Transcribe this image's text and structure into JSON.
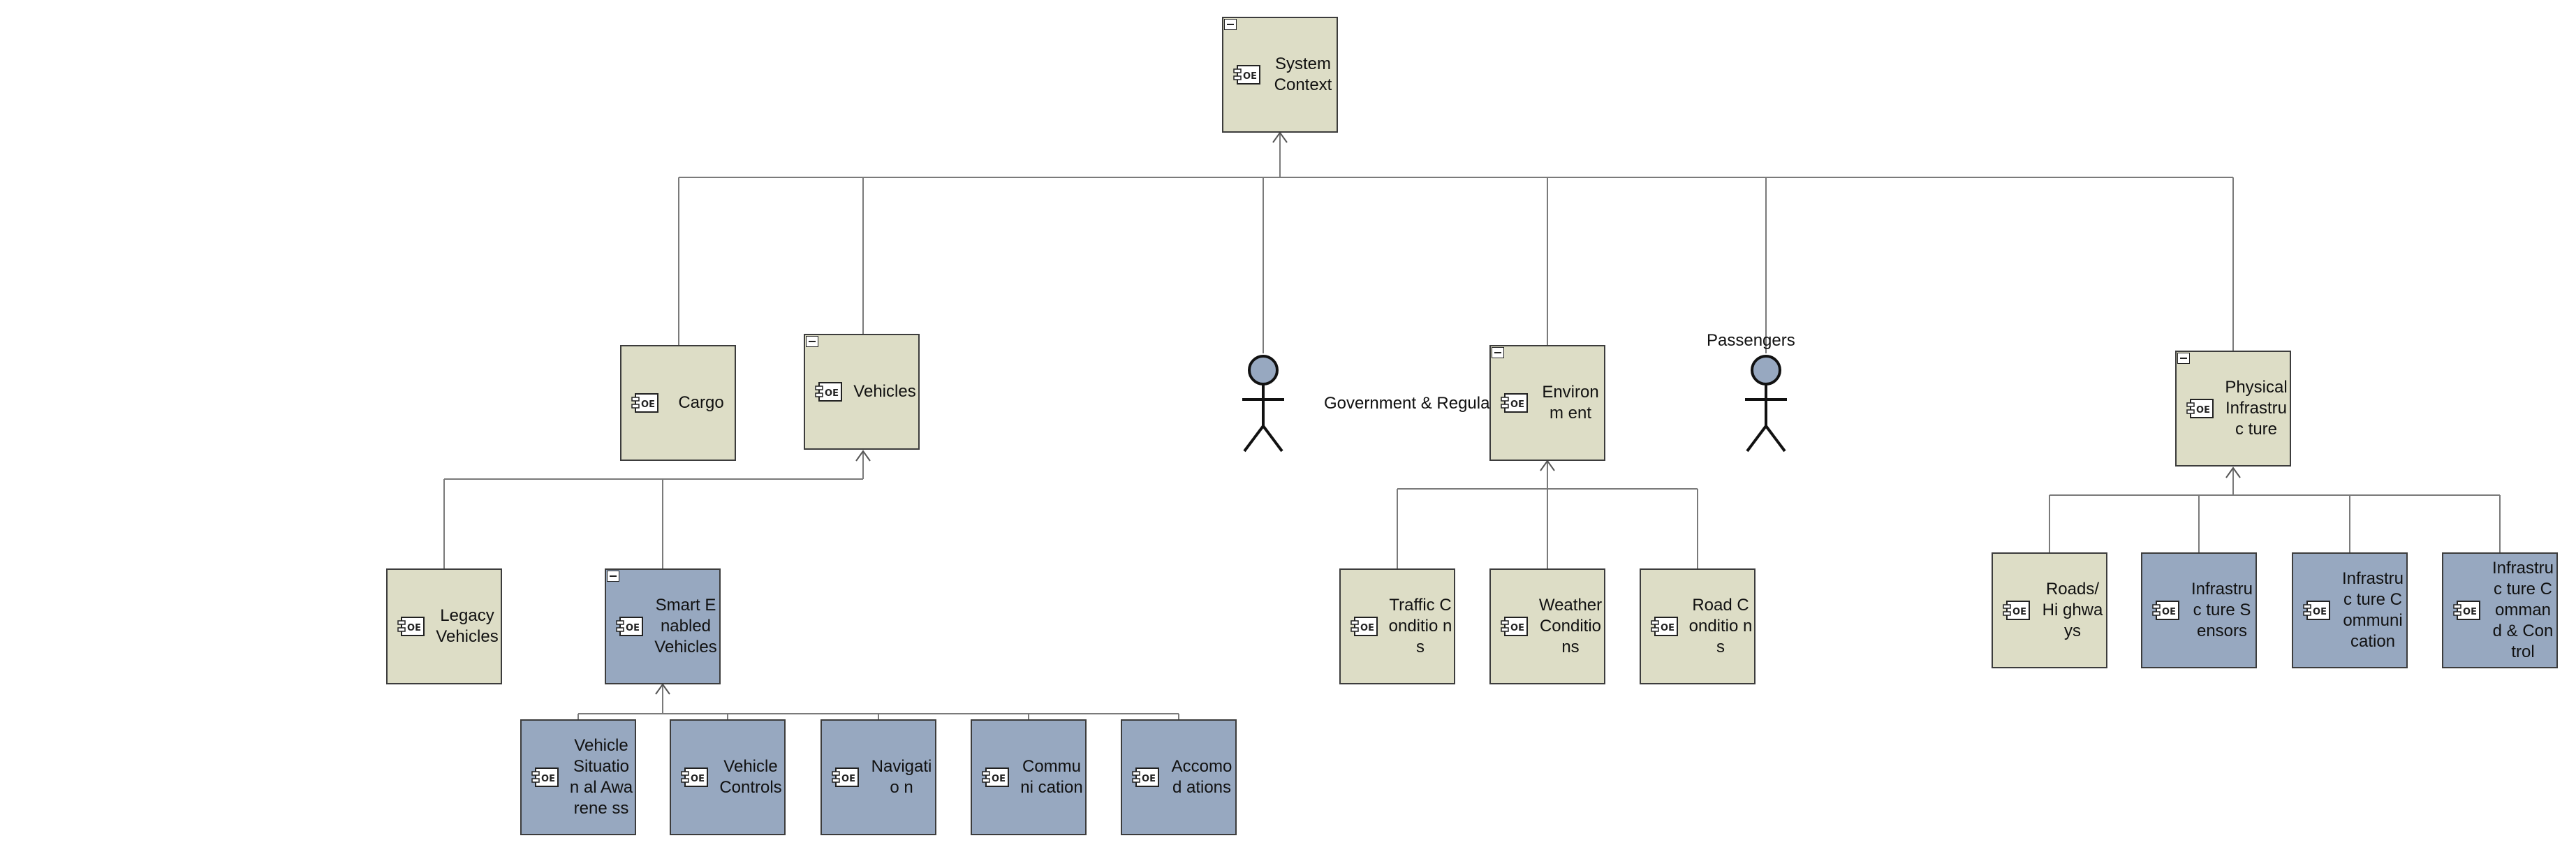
{
  "blocks": {
    "system_context": {
      "label": "System Context"
    },
    "cargo": {
      "label": "Cargo"
    },
    "vehicles": {
      "label": "Vehicles"
    },
    "environment": {
      "label": "Environm ent"
    },
    "physical_infrastructure": {
      "label": "Physical Infrastruc ture"
    },
    "legacy_vehicles": {
      "label": "Legacy Vehicles"
    },
    "smart_enabled_vehicles": {
      "label": "Smart Enabled Vehicles"
    },
    "vehicle_situational_awareness": {
      "label": "Vehicle Situation al Awarene ss"
    },
    "vehicle_controls": {
      "label": "Vehicle Controls"
    },
    "navigation": {
      "label": "Navigatio n"
    },
    "communication": {
      "label": "Communi cation"
    },
    "accomodations": {
      "label": "Accomod ations"
    },
    "traffic_conditions": {
      "label": "Traffic Conditio ns"
    },
    "weather_conditions": {
      "label": "Weather Conditio ns"
    },
    "road_conditions": {
      "label": "Road Conditio ns"
    },
    "roads_highways": {
      "label": "Roads/Hi ghways"
    },
    "infrastructure_sensors": {
      "label": "Infrastruc ture Sensors"
    },
    "infrastructure_communication": {
      "label": "Infrastruc ture Communi cation"
    },
    "infrastructure_command_control": {
      "label": "Infrastruc ture Comman d & Control"
    }
  },
  "actors": {
    "government_regulators": {
      "label": "Government & Regulators"
    },
    "passengers": {
      "label": "Passengers"
    }
  },
  "colors": {
    "tan_block": "#ddddc6",
    "blue_block": "#97a8c0",
    "connector": "#7a7a7a",
    "actor_head": "#97a8c0"
  },
  "icons": {
    "block_icon": "component-icon",
    "collapse_icon": "collapse-icon",
    "actor_icon": "stick-figure-actor-icon"
  }
}
